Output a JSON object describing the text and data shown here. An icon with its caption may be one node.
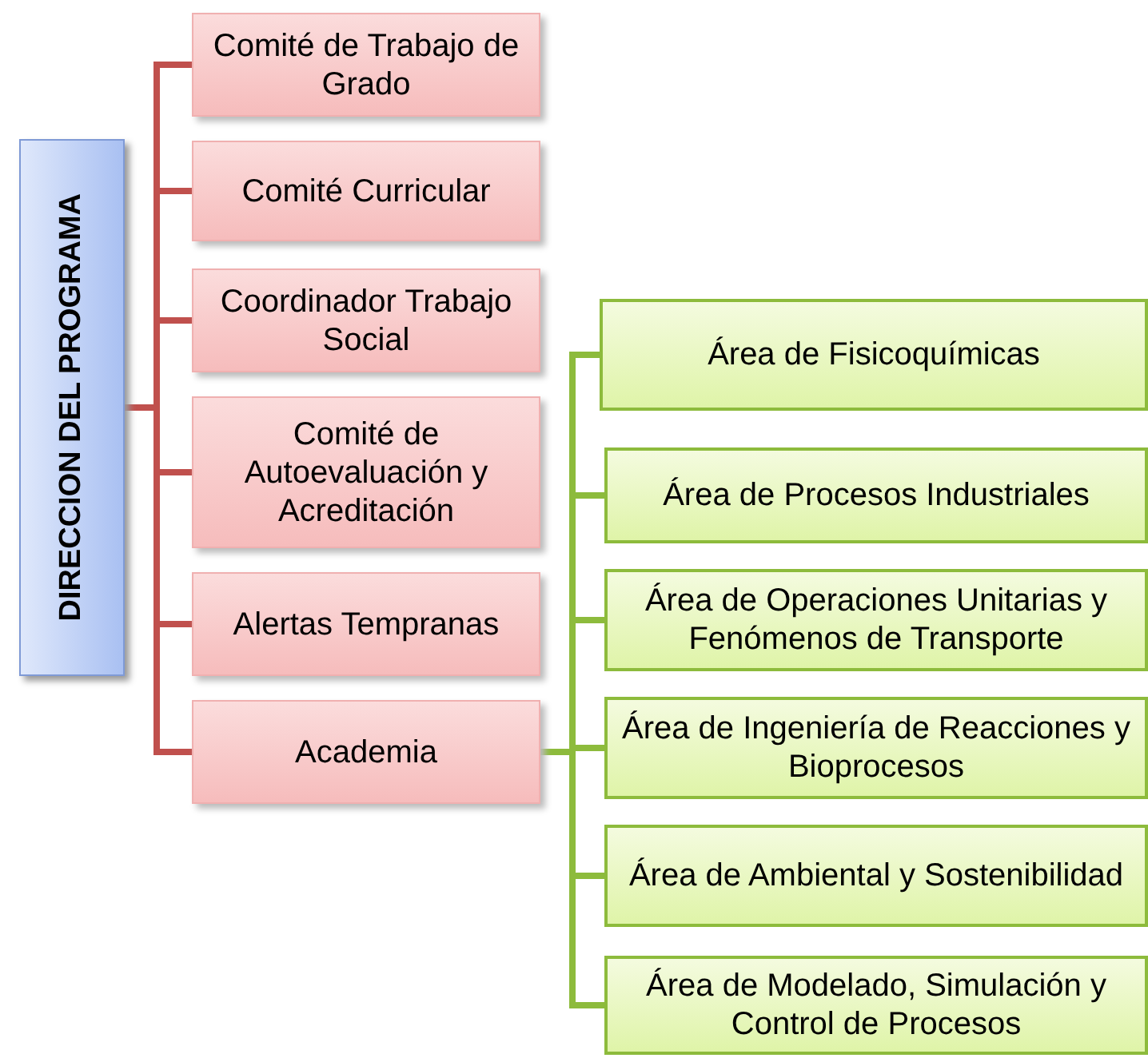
{
  "diagram": {
    "nodes": [
      {
        "text": [
          "DIRECCION DEL PROGRAMA"
        ]
      },
      {
        "text": [
          "Comité de Trabajo de Grado"
        ]
      },
      {
        "text": [
          "Comité Curricular"
        ]
      },
      {
        "text": [
          "Coordinador Trabajo Social"
        ]
      },
      {
        "text": [
          "Comité de Autoevaluación y Acreditación"
        ]
      },
      {
        "text": [
          "Alertas Tempranas"
        ]
      },
      {
        "text": [
          "Academia"
        ]
      },
      {
        "text": [
          "Área de Fisicoquímicas"
        ]
      },
      {
        "text": [
          "Área de Procesos Industriales"
        ]
      },
      {
        "text": [
          "Área de Operaciones Unitarias y Fenómenos de Transporte"
        ]
      },
      {
        "text": [
          "Área de Ingeniería de Reacciones y Bioprocesos"
        ]
      },
      {
        "text": [
          "Área de Ambiental y Sostenibilidad"
        ]
      },
      {
        "text": [
          "Área de Modelado, Simulación y Control de Procesos"
        ]
      }
    ],
    "edges": [
      {
        "from": 0,
        "to": 1,
        "arrow": "none"
      },
      {
        "from": 0,
        "to": 2,
        "arrow": "none"
      },
      {
        "from": 0,
        "to": 3,
        "arrow": "none"
      },
      {
        "from": 0,
        "to": 4,
        "arrow": "none"
      },
      {
        "from": 0,
        "to": 5,
        "arrow": "none"
      },
      {
        "from": 0,
        "to": 6,
        "arrow": "none"
      },
      {
        "from": 6,
        "to": 7,
        "arrow": "none",
        "color": "#8dbb3c"
      },
      {
        "from": 6,
        "to": 8,
        "arrow": "none",
        "color": "#8dbb3c"
      },
      {
        "from": 6,
        "to": 9,
        "arrow": "none",
        "color": "#8dbb3c"
      },
      {
        "from": 6,
        "to": 10,
        "arrow": "none",
        "color": "#8dbb3c"
      },
      {
        "from": 6,
        "to": 11,
        "arrow": "none",
        "color": "#8dbb3c"
      },
      {
        "from": 6,
        "to": 12,
        "arrow": "none",
        "color": "#8dbb3c"
      }
    ]
  }
}
